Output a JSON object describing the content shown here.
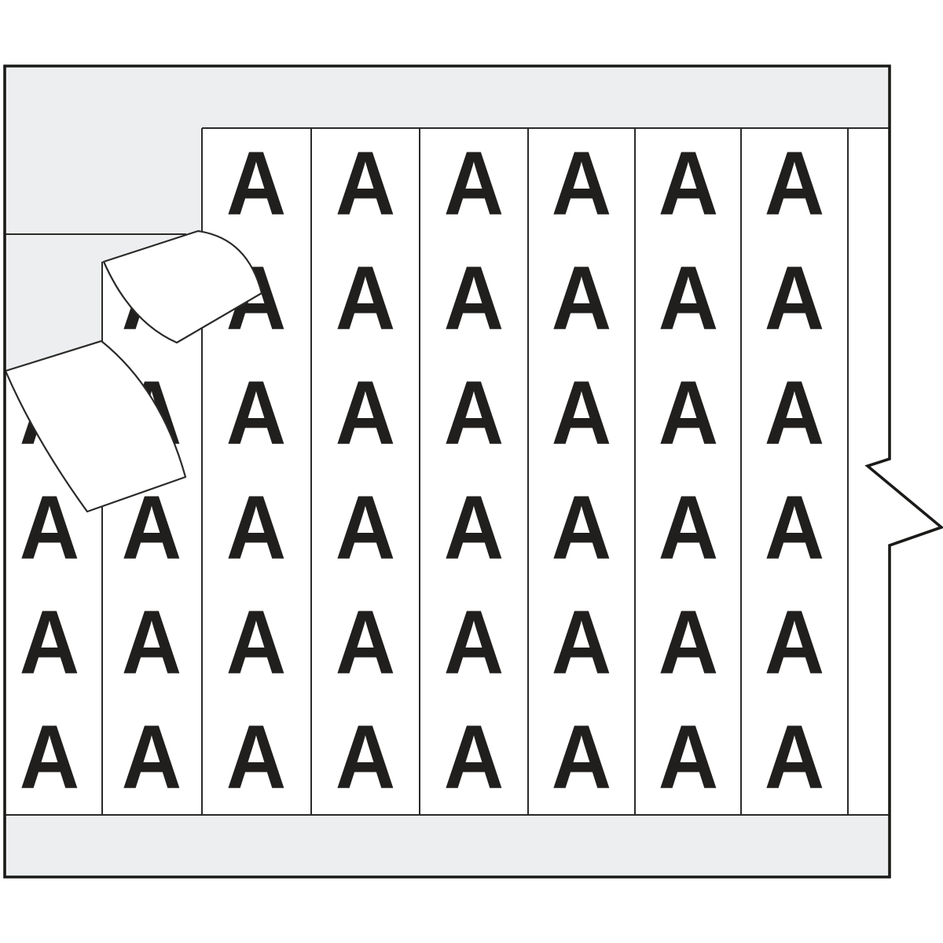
{
  "illustration": {
    "title": "Wire marker card with repeating letter labels",
    "marker_letter": "A",
    "strip_count": 8,
    "labels_per_strip": 6,
    "visible_letter_count": 45,
    "peeled_label_count": 2,
    "grid": {
      "column_centers_x": [
        63,
        193,
        326,
        465,
        603,
        740,
        876,
        1011
      ],
      "row_baselines_y": [
        273,
        419,
        565,
        711,
        857,
        1003
      ],
      "hidden_cells": [
        [
          0,
          0
        ],
        [
          0,
          1
        ],
        [
          1,
          0
        ]
      ],
      "letter_scale_x": 0.92
    },
    "colors": {
      "background": "#ffffff",
      "card_fill": "#edeef0",
      "strip_fill": "#ffffff",
      "letter_color": "#211f1e",
      "line_color": "#2a2a28",
      "border_color": "#1a1a18"
    }
  }
}
